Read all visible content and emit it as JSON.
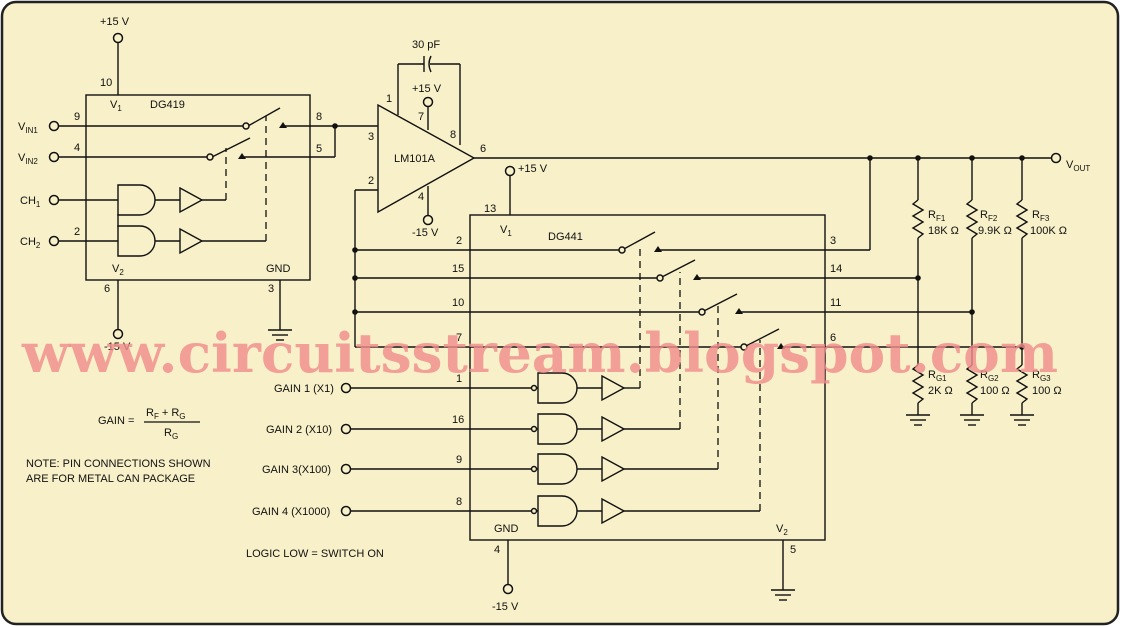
{
  "watermark": "www.circuitsstream.blogspot.com",
  "labels": {
    "vplus_top": "+15 V",
    "dg419_v1": "V",
    "dg419_v1_sub": "1",
    "dg419_name": "DG419",
    "vin1": "V",
    "vin1_sub": "IN1",
    "vin2": "V",
    "vin2_sub": "IN2",
    "ch1": "CH",
    "ch1_sub": "1",
    "ch2": "CH",
    "ch2_sub": "2",
    "dg419_v2": "V",
    "dg419_v2_sub": "2",
    "dg419_gnd": "GND",
    "vminus_left": "-15 V",
    "cap": "30 pF",
    "opamp_vplus": "+15 V",
    "opamp_name": "LM101A",
    "opamp_vminus": "-15 V",
    "dg441_vplus": "+15 V",
    "dg441_v1": "V",
    "dg441_v1_sub": "1",
    "dg441_name": "DG441",
    "dg441_gnd": "GND",
    "dg441_v2": "V",
    "dg441_v2_sub": "2",
    "vminus_bottom": "-15 V",
    "vout": "V",
    "vout_sub": "OUT",
    "rf1": "R",
    "rf1_sub": "F1",
    "rf1_val": "18K Ω",
    "rf2": "R",
    "rf2_sub": "F2",
    "rf2_val": "9.9K Ω",
    "rf3": "R",
    "rf3_sub": "F3",
    "rf3_val": "100K Ω",
    "rg1": "R",
    "rg1_sub": "G1",
    "rg1_val": "2K Ω",
    "rg2": "R",
    "rg2_sub": "G2",
    "rg2_val": "100 Ω",
    "rg3": "R",
    "rg3_sub": "G3",
    "rg3_val": "100 Ω",
    "gain1": "GAIN 1 (X1)",
    "gain2": "GAIN 2 (X10)",
    "gain3": "GAIN 3(X100)",
    "gain4": "GAIN 4 (X1000)",
    "formula_lhs": "GAIN =",
    "formula_num": "R",
    "formula_num_sub": "F",
    "formula_plus": "+ R",
    "formula_num_sub2": "G",
    "formula_den": "R",
    "formula_den_sub": "G",
    "note_line1": "NOTE: PIN CONNECTIONS SHOWN",
    "note_line2": "ARE FOR METAL CAN PACKAGE",
    "logic_note": "LOGIC LOW = SWITCH ON"
  },
  "pins": {
    "dg419_10": "10",
    "dg419_9": "9",
    "dg419_4": "4",
    "dg419_2": "2",
    "dg419_6": "6",
    "dg419_3": "3",
    "dg419_8": "8",
    "dg419_5": "5",
    "op_1": "1",
    "op_7": "7",
    "op_8": "8",
    "op_3": "3",
    "op_2": "2",
    "op_4": "4",
    "op_6": "6",
    "dg441_13": "13",
    "dg441_2": "2",
    "dg441_15": "15",
    "dg441_10": "10",
    "dg441_7": "7",
    "dg441_1": "1",
    "dg441_16": "16",
    "dg441_9": "9",
    "dg441_8": "8",
    "dg441_3": "3",
    "dg441_14": "14",
    "dg441_11": "11",
    "dg441_6": "6",
    "dg441_4": "4",
    "dg441_5": "5"
  },
  "colors": {
    "background": "#f7f0c8",
    "frame": "#222222",
    "ink": "#111111",
    "watermark": "#f08c8c"
  }
}
